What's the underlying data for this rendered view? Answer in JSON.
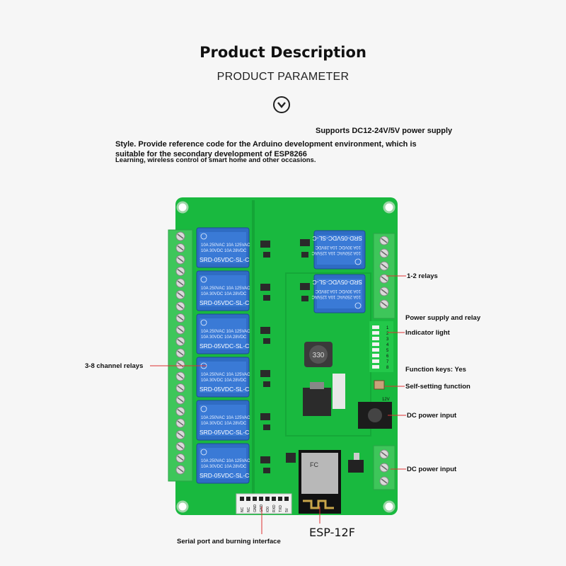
{
  "header": {
    "title": "Product Description",
    "subtitle": "PRODUCT PARAMETER"
  },
  "intro": {
    "line1": "Supports DC12-24V/5V power supply",
    "line2": "Style. Provide reference code for the Arduino development environment, which is suitable for the secondary development of ESP8266",
    "line3": "Learning, wireless control of smart home and other occasions."
  },
  "relay_print": {
    "line1": "10A 250VAC  10A 125VAC",
    "line2": "10A  30VDC  10A  28VDC",
    "model": "SRD-05VDC-SL-C"
  },
  "board_text": {
    "inductor": "330",
    "module_mark": "FC",
    "voltage_12v": "12V",
    "led_numbers": [
      "1",
      "2",
      "3",
      "4",
      "5",
      "6",
      "7",
      "8"
    ],
    "header_pins": [
      "NC",
      "NC",
      "GND",
      "GND",
      "IO0",
      "RXD",
      "TXD",
      "5V"
    ]
  },
  "callouts": {
    "relays_1_2": "1-2 relays",
    "power_supply_relay": "Power supply and relay",
    "indicator_light": "Indicator light",
    "function_keys": "Function keys: Yes",
    "self_setting": "Self-setting function",
    "dc_power_input_1": "DC power input",
    "dc_power_input_2": "DC power input",
    "channel_3_8": "3-8 channel relays",
    "serial_port": "Serial port and burning interface",
    "esp_module": "ESP-12F"
  },
  "colors": {
    "pcb": "#19b93f",
    "terminal": "#3ec65a",
    "relay": "#2f6cc4"
  }
}
